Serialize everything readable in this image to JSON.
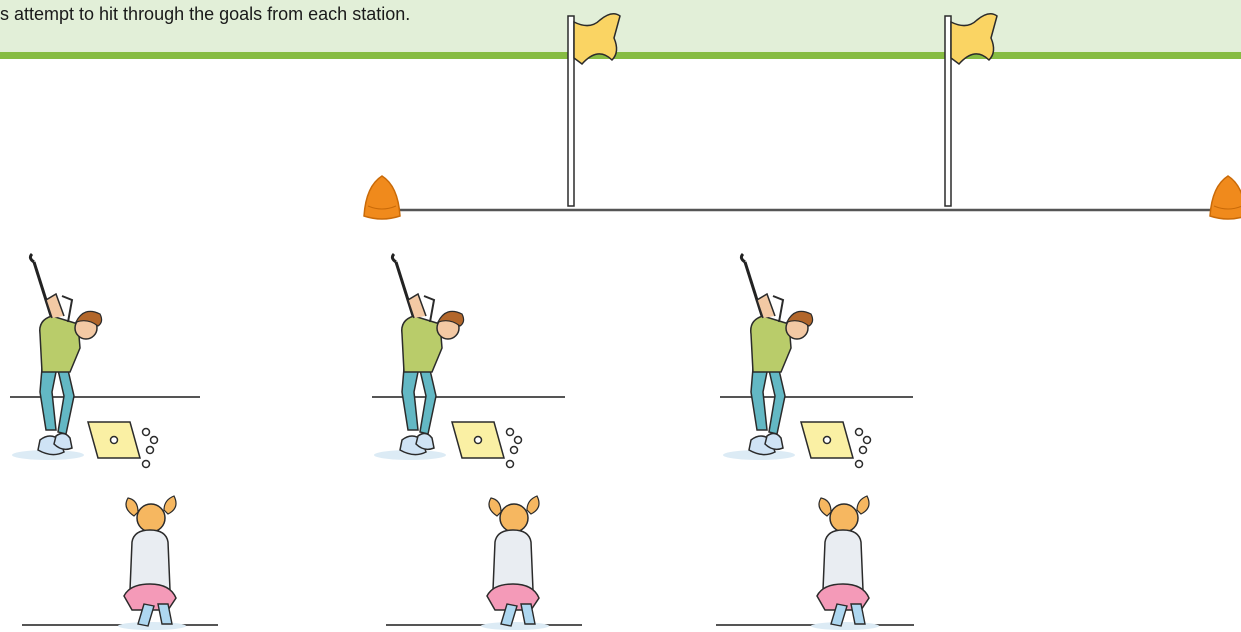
{
  "banner": {
    "instruction": "s attempt to hit through the goals from each station."
  },
  "field": {
    "cone_color": "#f08a1c",
    "flag_color": "#fad463",
    "goal_count": 2,
    "station_count": 3
  },
  "colors": {
    "banner_bg": "#e2efd8",
    "banner_rule": "#86bc42",
    "mat": "#faf0a4",
    "shirt_boy": "#b9cc6a",
    "pants_boy": "#63b8c4",
    "skirt_girl": "#f49ab8",
    "hair": "#f6b760"
  }
}
